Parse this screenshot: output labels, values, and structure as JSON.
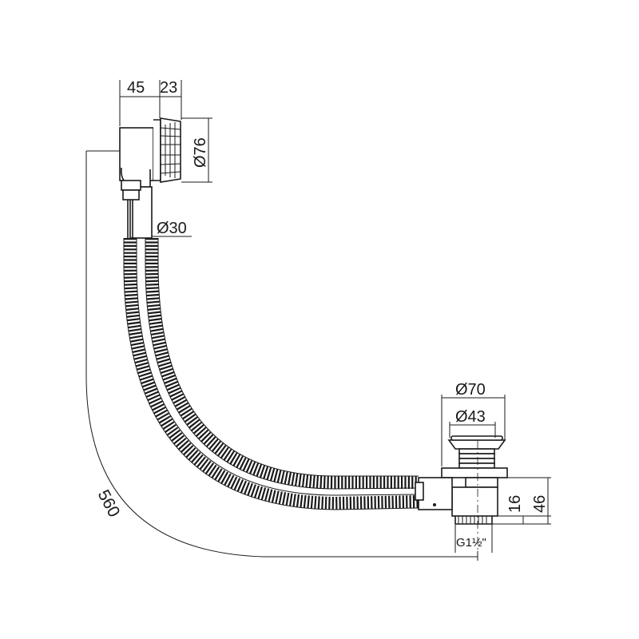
{
  "dimensions": {
    "overflow_width": "45",
    "overflow_depth": "23",
    "overflow_diameter": "Ø76",
    "pipe_diameter": "Ø30",
    "length": "560",
    "waste_outer_diameter": "Ø70",
    "waste_inner_diameter": "Ø43",
    "waste_height_small": "16",
    "waste_height_total": "46",
    "thread": "G1½\""
  }
}
